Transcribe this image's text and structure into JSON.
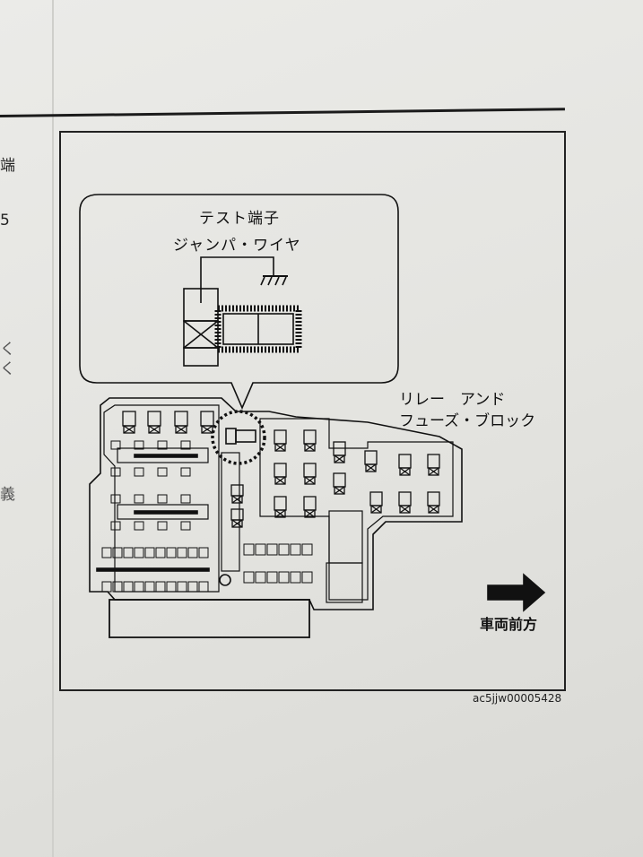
{
  "margin_text": [
    "端",
    "5",
    "く",
    "く",
    "義"
  ],
  "callout": {
    "title": "テスト端子",
    "subtitle": "ジャンパ・ワイヤ"
  },
  "relay_block_label": [
    "リレー　アンド",
    "フューズ・ブロック"
  ],
  "direction_label": "車両前方",
  "figure_code": "ac5jjw00005428",
  "icons": [
    "ground-symbol",
    "arrow-right-icon"
  ],
  "colors": {
    "line": "#111111",
    "paper": "#e6e6e3"
  }
}
